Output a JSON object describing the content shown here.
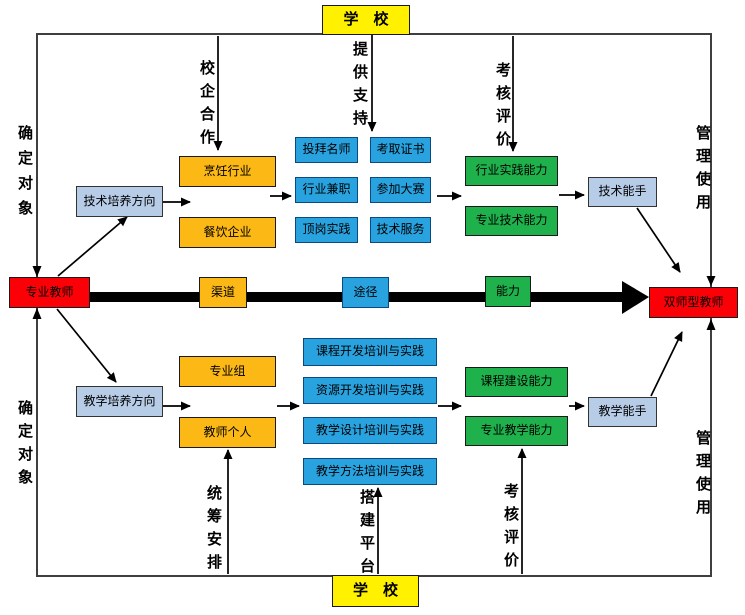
{
  "school": {
    "top": "学　校",
    "bottom": "学　校"
  },
  "teachers": {
    "source": "专业教师",
    "target": "双师型教师"
  },
  "main_flow": {
    "channel": "渠道",
    "route": "途径",
    "ability": "能力"
  },
  "upper": {
    "direction": "技术培养方向",
    "partners": [
      "烹饪行业",
      "餐饮企业"
    ],
    "activities": [
      "投拜名师",
      "行业兼职",
      "顶岗实践",
      "考取证书",
      "参加大赛",
      "技术服务"
    ],
    "abilities": [
      "行业实践能力",
      "专业技术能力"
    ],
    "result": "技术能手"
  },
  "lower": {
    "direction": "教学培养方向",
    "partners": [
      "专业组",
      "教师个人"
    ],
    "activities": [
      "课程开发培训与实践",
      "资源开发培训与实践",
      "教学设计培训与实践",
      "教学方法培训与实践"
    ],
    "abilities": [
      "课程建设能力",
      "专业教学能力"
    ],
    "result": "教学能手"
  },
  "side_labels": {
    "define_top": "确定对象",
    "define_bottom": "确定对象",
    "school_enterprise_coop": "校企合作",
    "provide_support": "提供支持",
    "assess_top": "考核评价",
    "manage_top": "管理使用",
    "coordinate": "统筹安排",
    "platform": "搭建平台",
    "assess_bottom": "考核评价",
    "manage_bottom": "管理使用"
  },
  "colors": {
    "yellow": "#FFF100",
    "red": "#FB0006",
    "orange": "#FCB815",
    "blue": "#29A3E0",
    "green": "#1EB14C",
    "light_blue": "#B7CCE7"
  }
}
